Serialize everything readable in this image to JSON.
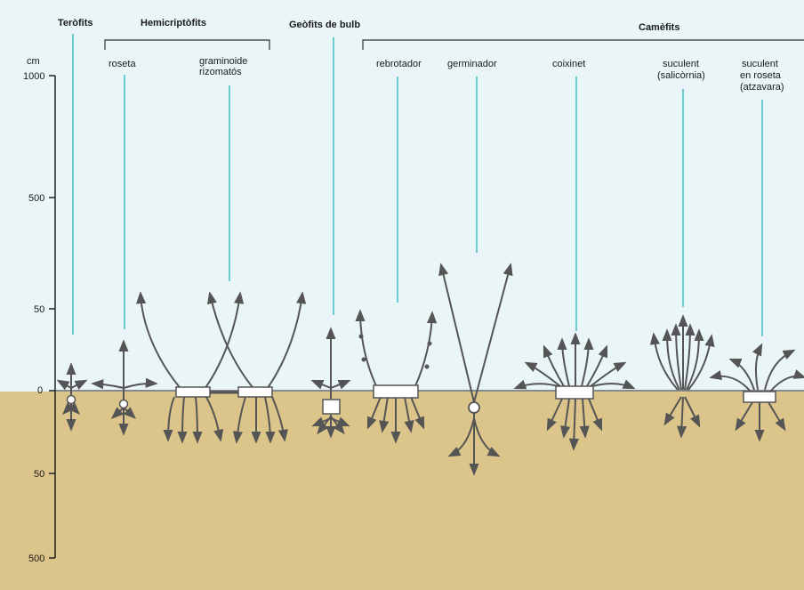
{
  "groups": {
    "terofits": "Teròfits",
    "hemicriptofits": "Hemicriptòfits",
    "geofits": "Geòfits de bulb",
    "camefits": "Camèfits"
  },
  "types": {
    "roseta": "roseta",
    "graminoide_1": "graminoide",
    "graminoide_2": "rizomatós",
    "rebrotador": "rebrotador",
    "germinador": "germinador",
    "coixinet": "coixinet",
    "suculent_sal_1": "suculent",
    "suculent_sal_2": "(salicòrnia)",
    "suculent_ros_1": "suculent",
    "suculent_ros_2": "en roseta",
    "suculent_ros_3": "(atzavara)"
  },
  "axis": {
    "unit": "cm",
    "ticks": [
      "1000",
      "500",
      "50",
      "0",
      "50",
      "500"
    ]
  },
  "colors": {
    "sky": "#e9f5f7",
    "soil": "#dcc58a",
    "leader": "#29b3bd",
    "stem": "#555555"
  }
}
